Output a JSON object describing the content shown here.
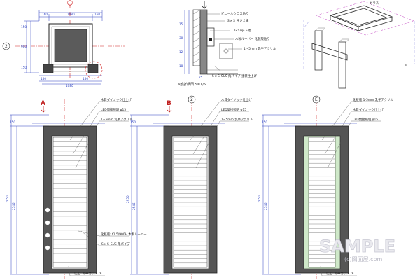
{
  "plan_view": {
    "dims_top": [
      "160",
      "1080",
      "160"
    ],
    "dims_bottom": [
      "150",
      "150",
      "1080"
    ],
    "dims_left": [
      "150",
      "900",
      "150"
    ],
    "grid_bubble": "2"
  },
  "section_detail": {
    "caption": "a部詳細図 S=1/5",
    "notes": [
      "ビニールクロス貼り",
      "Ｓ×Ｓ 押さえ縁",
      "ＬＧＳ(φ)下地",
      "木製ルーバー 化粧版貼り",
      "1～5ｍｍ 乳半アクリル",
      "Ｓ×Ｓ SUS 角パイプ 塗装仕上げ"
    ],
    "dims": [
      "15",
      "30",
      "12",
      "18",
      "25"
    ]
  },
  "iso_view": {
    "labels": [
      "ガラス",
      "a"
    ]
  },
  "elevations": [
    {
      "grid_letter": "A",
      "bubble": "",
      "dim_top": "150",
      "dim_height": "2950",
      "dim_inner": "2545",
      "notes": [
        "木目ダイノック仕上げ",
        "LED間接照明 φ15",
        "1∼5mm 乳半アクリル",
        "化粧版: t1.5/900H 木製ルーバー",
        "Ｓ×Ｓ SUS 角パイプ"
      ],
      "bottom_note": "仕上: 乳半ガラス t8",
      "slats": 28,
      "glass_panel": false,
      "logos": true
    },
    {
      "grid_letter": "B",
      "bubble": "2",
      "dim_top": "150",
      "dim_height": "2950",
      "dim_inner": "2545",
      "notes": [
        "木目ダイノック仕上げ",
        "LED間接照明 φ15",
        "1∼5mm 乳半アクリル"
      ],
      "bottom_note": "",
      "slats": 30,
      "glass_panel": false,
      "logos": false
    },
    {
      "grid_letter": "",
      "bubble": "E",
      "dim_top": "150",
      "dim_height": "2950",
      "dim_inner": "2545",
      "notes": [
        "化粧版 1-5mm 乳半アクリル",
        "木目ダイノック仕上げ",
        "LED間接照明 φ15"
      ],
      "bottom_note": "仕上: 乳半ガラス t8",
      "slats": 30,
      "glass_panel": true,
      "logos": false
    }
  ],
  "watermark": {
    "main": "SAMPLE",
    "sub": "(c)図面屋.com"
  },
  "colors": {
    "dimension": "#2a3fbf",
    "axis": "#d02020",
    "wall_fill": "#555555",
    "glass": "#cfe9c9",
    "iso_guide": "#c040c0"
  }
}
